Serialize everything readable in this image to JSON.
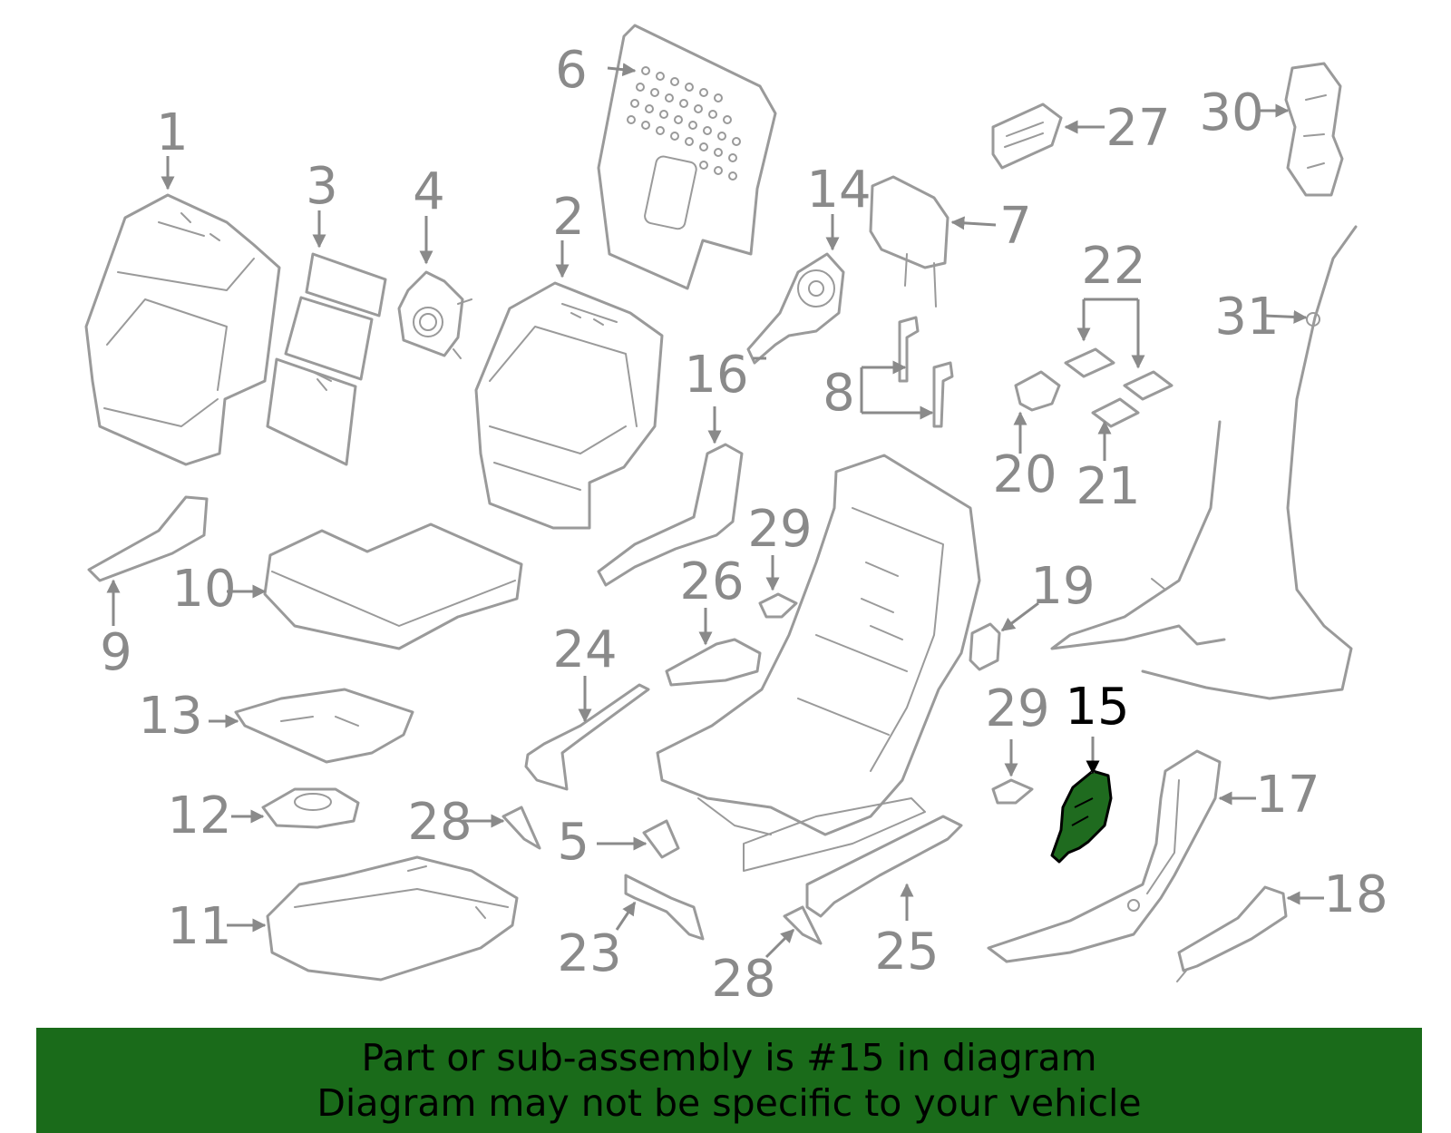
{
  "highlighted_part": "15",
  "colors": {
    "highlight": "#1f6b1f",
    "banner": "#1a6b1a",
    "line": "#9a9a9a"
  },
  "callouts": {
    "c1": "1",
    "c2": "2",
    "c3": "3",
    "c4": "4",
    "c5": "5",
    "c6": "6",
    "c7": "7",
    "c8": "8",
    "c9": "9",
    "c10": "10",
    "c11": "11",
    "c12": "12",
    "c13": "13",
    "c14": "14",
    "c15": "15",
    "c16": "16",
    "c17": "17",
    "c18": "18",
    "c19": "19",
    "c20": "20",
    "c21": "21",
    "c22": "22",
    "c23": "23",
    "c24": "24",
    "c25": "25",
    "c26": "26",
    "c27": "27",
    "c28a": "28",
    "c28b": "28",
    "c29a": "29",
    "c29b": "29",
    "c30": "30",
    "c31": "31"
  },
  "banner": {
    "line1": "Part or sub-assembly is #15 in diagram",
    "line2": "Diagram may not be specific to your vehicle"
  }
}
